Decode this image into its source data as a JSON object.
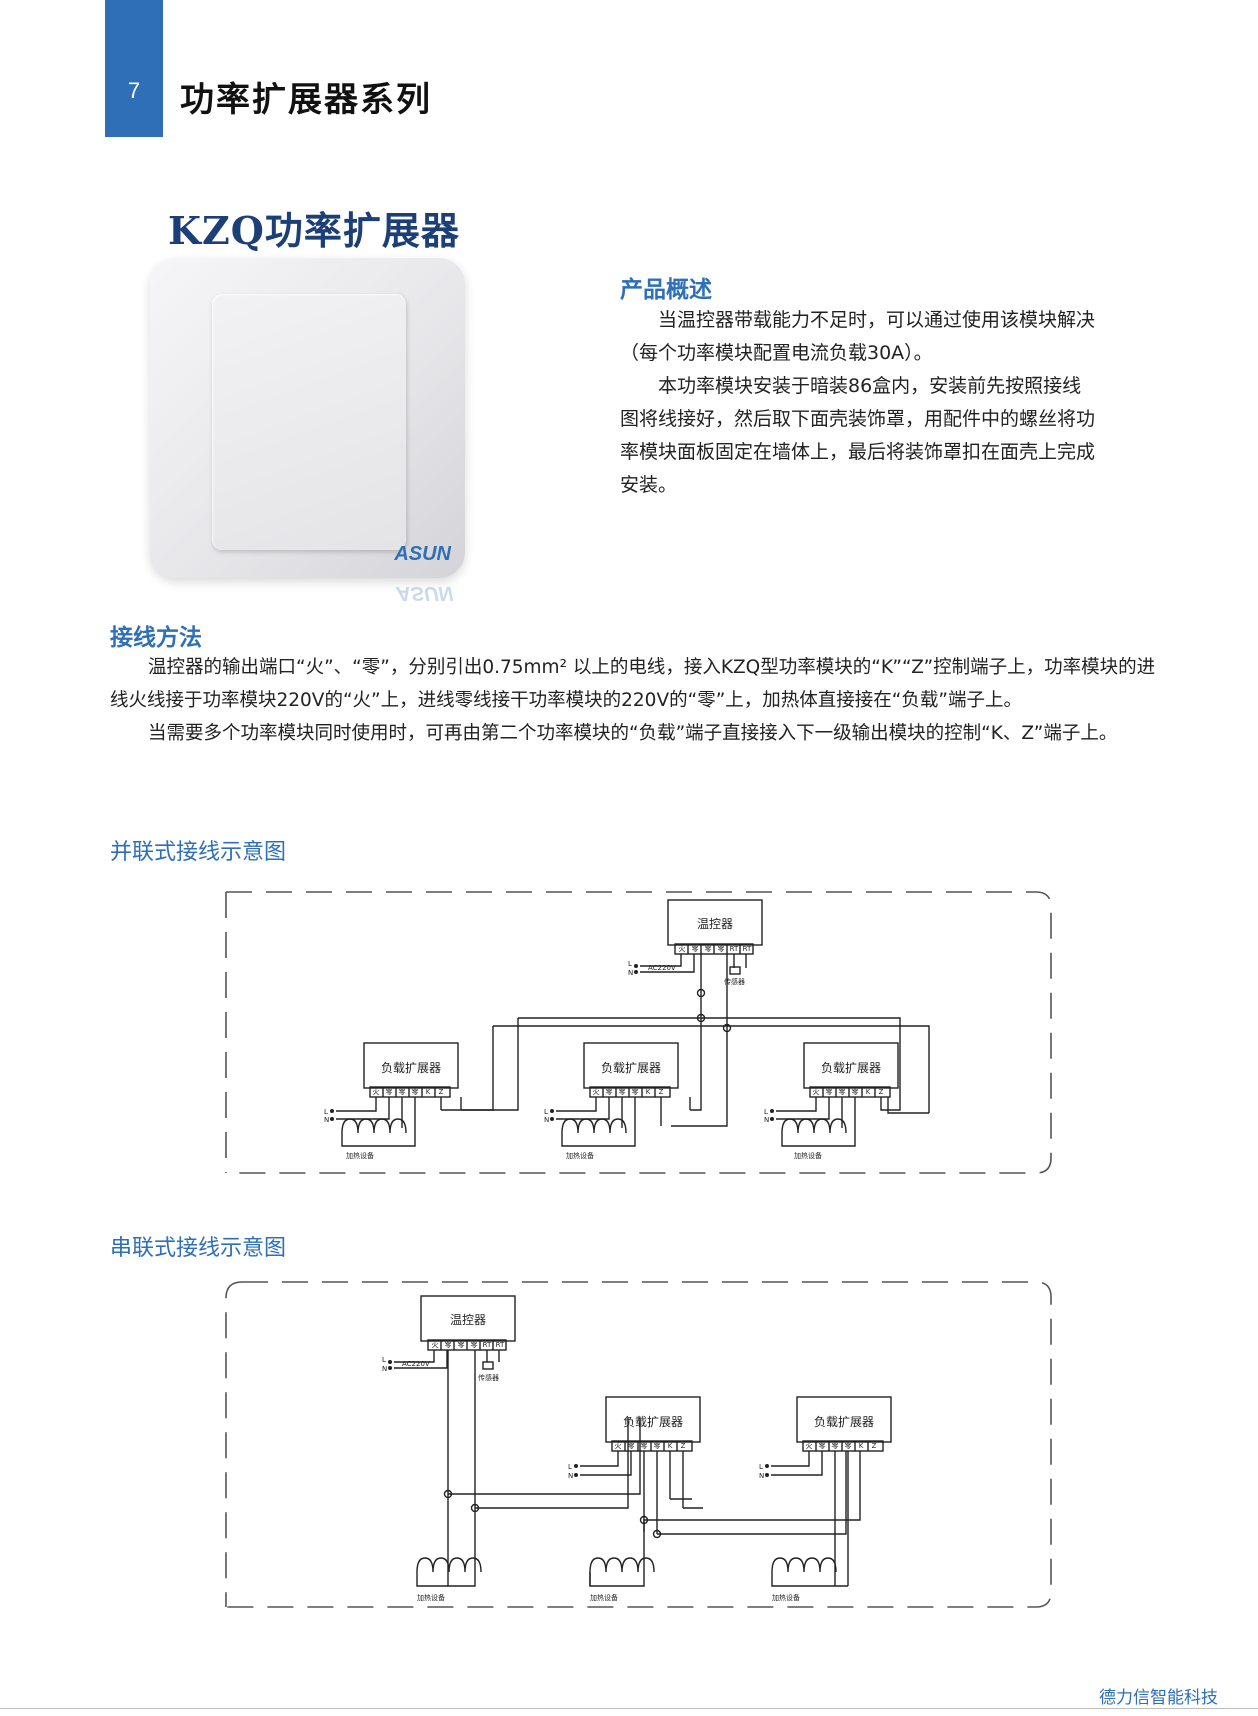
{
  "header": {
    "page_number": "7",
    "series_title": "功率扩展器系列"
  },
  "product": {
    "title": "KZQ功率扩展器",
    "brand": "ASUN"
  },
  "overview": {
    "heading": "产品概述",
    "paragraphs": [
      "当温控器带载能力不足时，可以通过使用该模块解决（每个功率模块配置电流负载30A）。",
      "本功率模块安装于暗装86盒内，安装前先按照接线图将线接好，然后取下面壳装饰罩，用配件中的螺丝将功率模块面板固定在墙体上，最后将装饰罩扣在面壳上完成安装。"
    ]
  },
  "wiring": {
    "heading": "接线方法",
    "paragraphs": [
      "温控器的输出端口“火”、“零”，分别引出0.75mm² 以上的电线，接入KZQ型功率模块的“K”“Z”控制端子上，功率模块的进线火线接于功率模块220V的“火”上，进线零线接干功率模块的220V的“零”上，加热体直接接在“负载”端子上。",
      "当需要多个功率模块同时使用时，可再由第二个功率模块的“负载”端子直接接入下一级输出模块的控制“K、Z”端子上。"
    ]
  },
  "diagram_labels": {
    "controller": "温控器",
    "expander": "负载扩展器",
    "heater": "加热设备",
    "sensor": "传感器",
    "supply": "AC220V",
    "line": "L",
    "neutral": "N",
    "controller_terminals": [
      "火",
      "零",
      "零",
      "零",
      "RT",
      "RT"
    ],
    "expander_terminals": [
      "火",
      "零",
      "零",
      "零",
      "K",
      "Z"
    ]
  },
  "parallel": {
    "title": "并联式接线示意图"
  },
  "series": {
    "title": "串联式接线示意图"
  },
  "footer": {
    "company": "德力信智能科技"
  },
  "colors": {
    "accent": "#2f6fb7",
    "title_navy": "#1d3f77"
  }
}
